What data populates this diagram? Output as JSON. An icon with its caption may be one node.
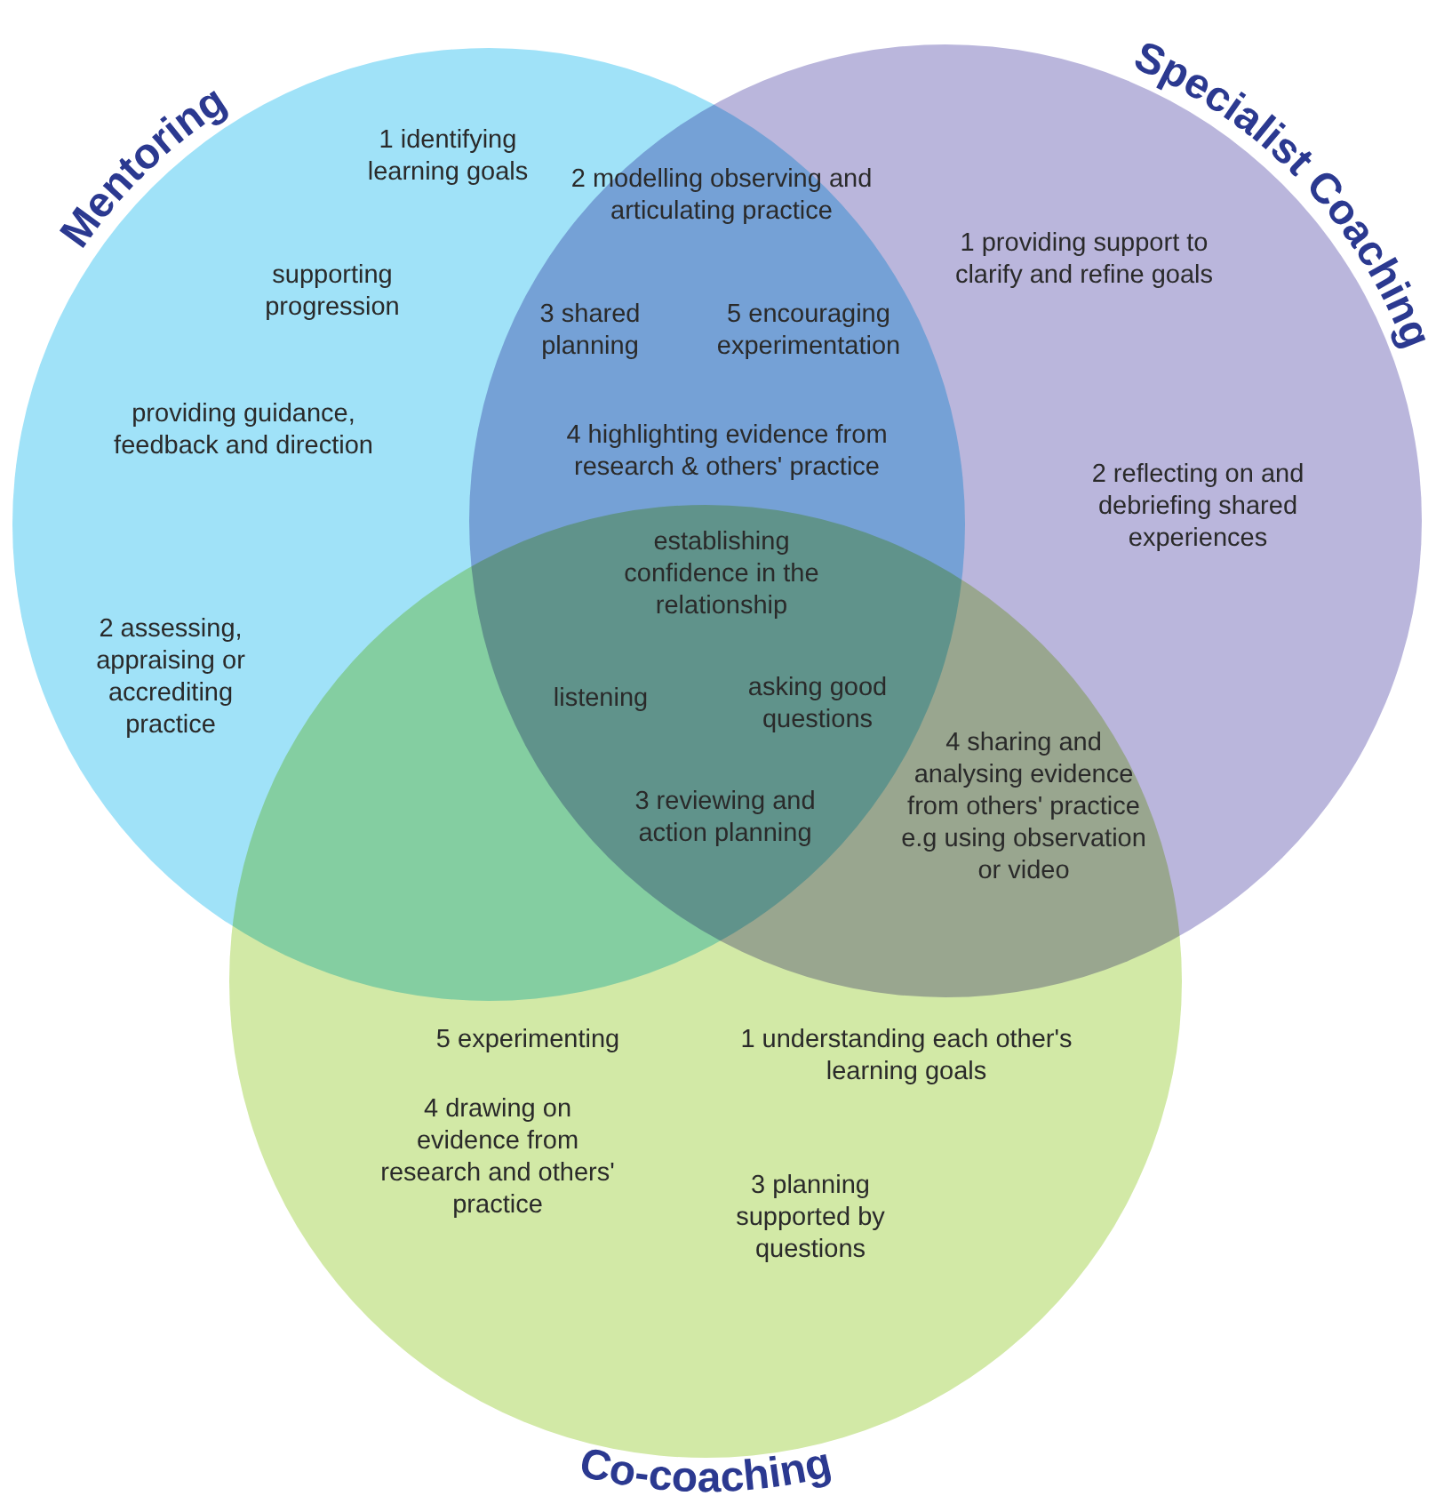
{
  "diagram": {
    "nodes": [
      {
        "text": [
          "Mentoring"
        ]
      },
      {
        "text": [
          "Specialist Coaching"
        ]
      },
      {
        "text": [
          "Co-coaching"
        ]
      }
    ],
    "edges": [],
    "labels": [
      "1 identifying learning goals",
      "2 modelling observing and articulating practice",
      "supporting progression",
      "1 providing support to clarify and refine goals",
      "3 shared planning",
      "5 encouraging experimentation",
      "providing guidance, feedback and direction",
      "4 highlighting evidence from research & others' practice",
      "2 reflecting on and debriefing shared experiences",
      "establishing confidence in the relationship",
      "2 assessing, appraising or accrediting practice",
      "listening",
      "asking good questions",
      "4 sharing and analysing evidence from others' practice e.g using observation or video",
      "3 reviewing and action planning",
      "5 experimenting",
      "1 understanding each other's learning goals",
      "4 drawing on evidence from research and others' practice",
      "3 planning supported by questions"
    ]
  }
}
